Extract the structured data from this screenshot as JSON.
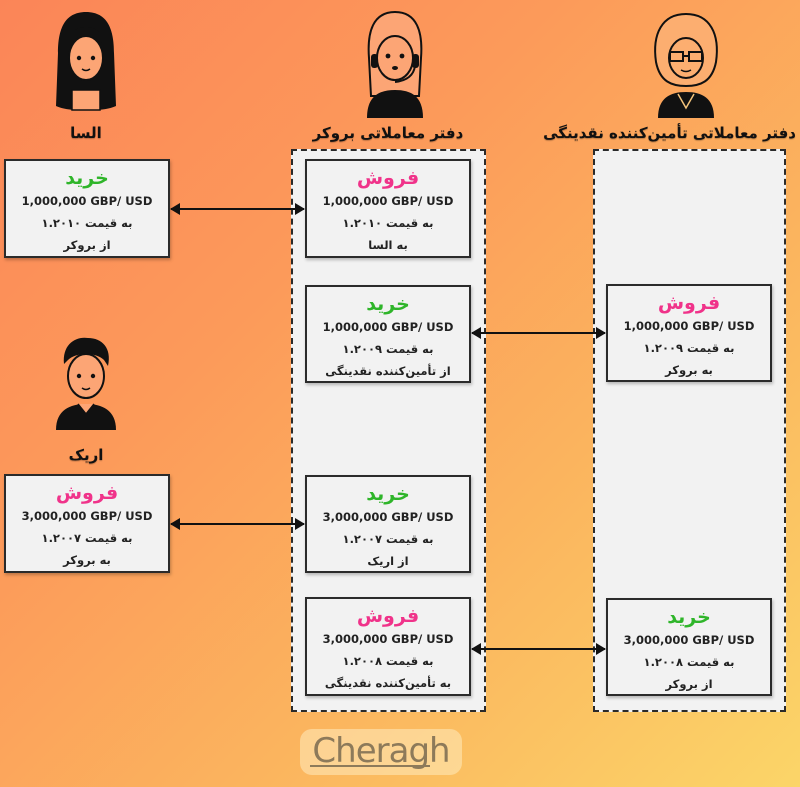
{
  "colors": {
    "buy": "#2fb52a",
    "sell": "#f0338a",
    "background_start": "#fb8558",
    "background_end": "#fbd568",
    "card_bg": "#f2f2f2"
  },
  "participants": {
    "elsa": {
      "name": "السا",
      "icon": "woman-long-hair-avatar-icon"
    },
    "eric": {
      "name": "اریک",
      "icon": "young-man-avatar-icon"
    },
    "broker": {
      "name": "دفتر معاملاتی بروکر",
      "icon": "headset-operator-avatar-icon"
    },
    "lp": {
      "name": "دفتر معاملاتی تأمین‌کننده نقدینگی",
      "icon": "woman-glasses-avatar-icon"
    }
  },
  "cards": {
    "elsa": {
      "action": "خرید",
      "type": "buy",
      "amount": "1,000,000 GBP/ USD",
      "price": "به قیمت ۱.۲۰۱۰",
      "party": "از بروکر"
    },
    "broker1": {
      "action": "فروش",
      "type": "sell",
      "amount": "1,000,000 GBP/ USD",
      "price": "به قیمت ۱.۲۰۱۰",
      "party": "به السا"
    },
    "broker2": {
      "action": "خرید",
      "type": "buy",
      "amount": "1,000,000 GBP/ USD",
      "price": "به قیمت ۱.۲۰۰۹",
      "party": "از تأمین‌کننده نقدینگی"
    },
    "lp1": {
      "action": "فروش",
      "type": "sell",
      "amount": "1,000,000 GBP/ USD",
      "price": "به قیمت ۱.۲۰۰۹",
      "party": "به بروکر"
    },
    "eric": {
      "action": "فروش",
      "type": "sell",
      "amount": "3,000,000 GBP/ USD",
      "price": "به قیمت ۱.۲۰۰۷",
      "party": "به بروکر"
    },
    "broker3": {
      "action": "خرید",
      "type": "buy",
      "amount": "3,000,000 GBP/ USD",
      "price": "به قیمت ۱.۲۰۰۷",
      "party": "از اریک"
    },
    "broker4": {
      "action": "فروش",
      "type": "sell",
      "amount": "3,000,000 GBP/ USD",
      "price": "به قیمت ۱.۲۰۰۸",
      "party": "به تأمین‌کننده نقدینگی"
    },
    "lp2": {
      "action": "خرید",
      "type": "buy",
      "amount": "3,000,000 GBP/ USD",
      "price": "به قیمت ۱.۲۰۰۸",
      "party": "از بروکر"
    }
  },
  "logo": {
    "text": "Cheragh"
  }
}
